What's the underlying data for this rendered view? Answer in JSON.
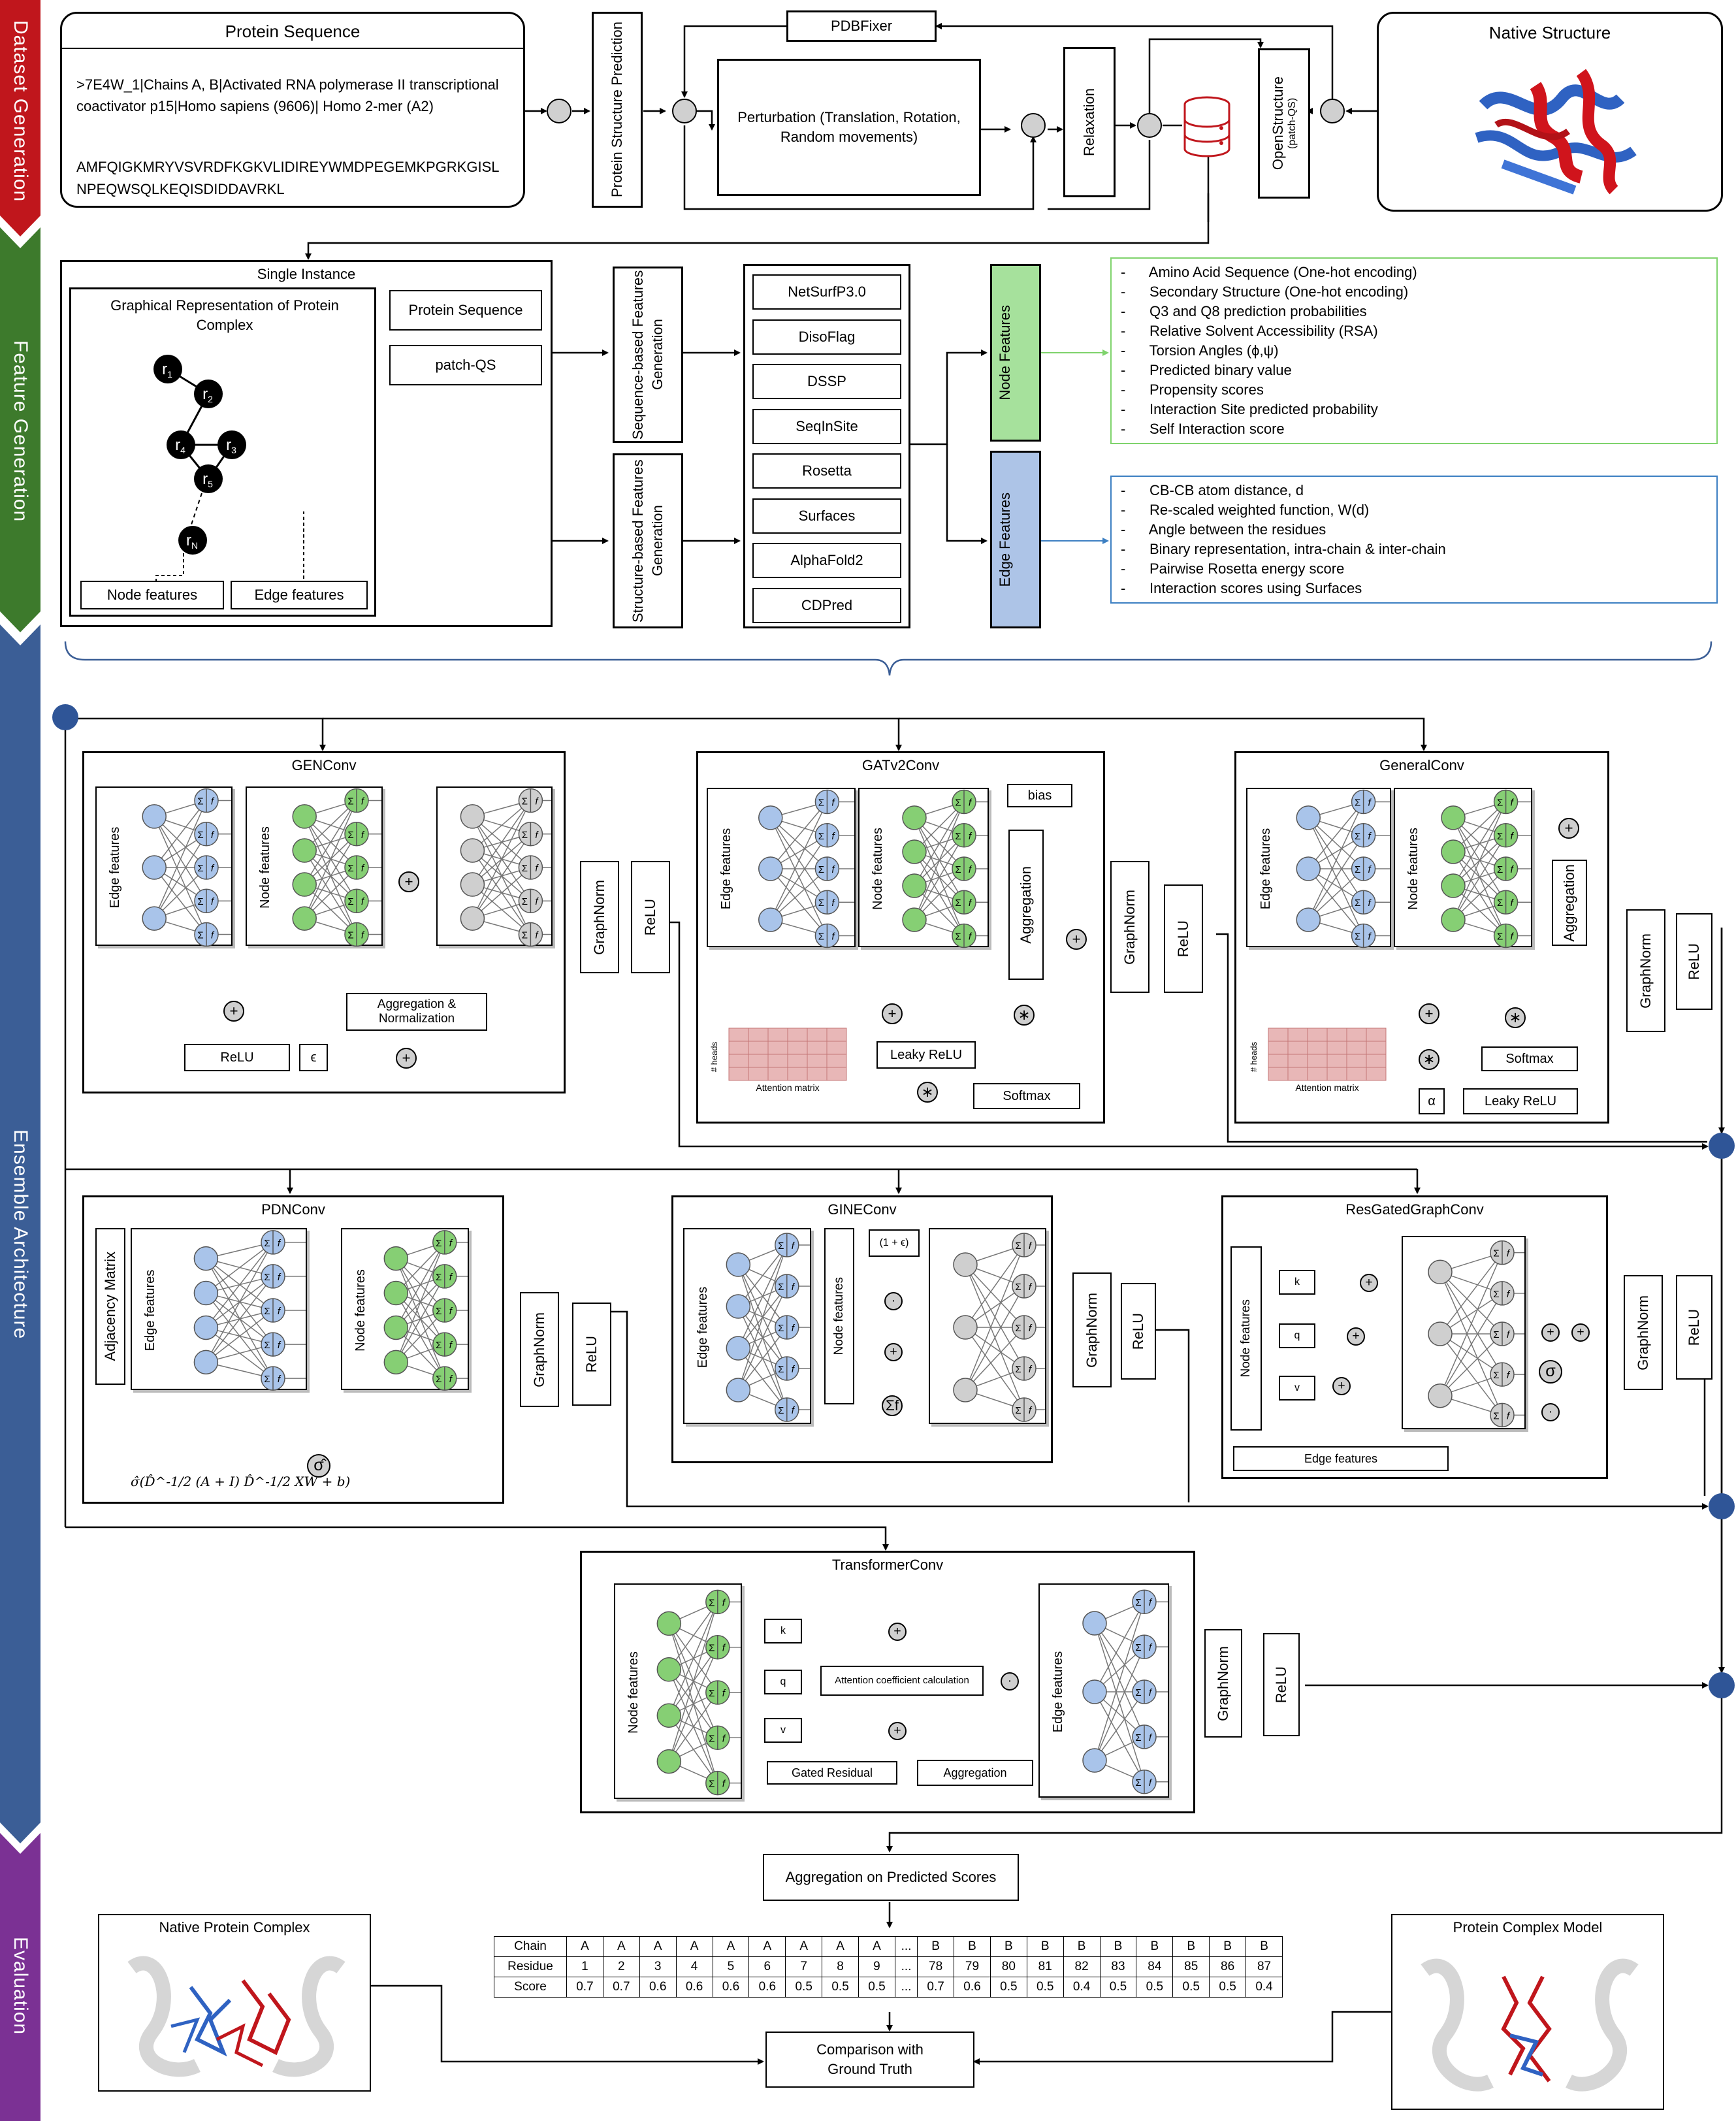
{
  "banners": {
    "dataset": "Dataset Generation",
    "feature": "Feature Generation",
    "ensemble": "Ensemble Architecture",
    "evaluation": "Evaluation"
  },
  "dataset": {
    "seq_title": "Protein Sequence",
    "seq_header": ">7E4W_1|Chains A, B|Activated RNA polymerase II transcriptional coactivator p15|Homo sapiens (9606)| Homo 2-mer (A2)",
    "seq_line1": "AMFQIGKMRYVSVRDFKGKVLIDIREYWMDPEGEMKPGRKGISL",
    "seq_line2": "NPEQWSQLKEQISDIDDAVRKL",
    "psp": "Protein Structure Prediction",
    "pdbfixer": "PDBFixer",
    "perturbation": "Perturbation (Translation, Rotation, Random movements)",
    "relaxation": "Relaxation",
    "openstructure": "OpenStructure",
    "openstructure_sub": "(patch-QS)",
    "native_title": "Native Structure"
  },
  "feature": {
    "single_instance": "Single Instance",
    "graph_title": "Graphical Representation of Protein Complex",
    "node_features": "Node features",
    "edge_features": "Edge features",
    "protein_sequence": "Protein Sequence",
    "patch_qs": "patch-QS",
    "seq_based": "Sequence-based Features Generation",
    "struct_based": "Structure-based Features Generation",
    "tools": [
      "NetSurfP3.0",
      "DisoFlag",
      "DSSP",
      "SeqInSite",
      "Rosetta",
      "Surfaces",
      "AlphaFold2",
      "CDPred"
    ],
    "node_box": "Node Features",
    "edge_box": "Edge Features",
    "node_list": [
      "Amino Acid Sequence (One-hot encoding)",
      "Secondary Structure (One-hot encoding)",
      "Q3 and Q8 prediction probabilities",
      "Relative Solvent Accessibility (RSA)",
      "Torsion Angles (ϕ,ψ)",
      "Predicted binary value",
      "Propensity scores",
      "Interaction Site predicted probability",
      "Self Interaction score"
    ],
    "edge_list": [
      "CB-CB atom distance, d",
      "Re-scaled weighted function, W(d)",
      "Angle between the residues",
      "Binary representation, intra-chain & inter-chain",
      "Pairwise Rosetta energy score",
      "Interaction scores using Surfaces"
    ]
  },
  "ensemble": {
    "genconv": "GENConv",
    "gatv2conv": "GATv2Conv",
    "generalconv": "GeneralConv",
    "pdnconv": "PDNConv",
    "gineconv": "GINEConv",
    "resgated": "ResGatedGraphConv",
    "transformerconv": "TransformerConv",
    "graphnorm": "GraphNorm",
    "relu": "ReLU",
    "edge_features": "Edge features",
    "node_features": "Node features",
    "agg_norm": "Aggregation & Normalization",
    "epsilon": "ϵ",
    "bias": "bias",
    "aggregation": "Aggregation",
    "leaky_relu": "Leaky ReLU",
    "softmax": "Softmax",
    "attention_matrix": "Attention matrix",
    "heads": "# heads",
    "alpha": "α",
    "adjacency": "Adjacency Matrix",
    "pdn_formula": "σ̂(D̂^-1/2 (A + I) D̂^-1/2 XW + b)",
    "one_plus_eps": "(1 + ϵ)",
    "sigma": "σ",
    "k": "k",
    "q": "q",
    "v": "v",
    "attn_coeff": "Attention coefficient calculation",
    "gated_residual": "Gated Residual"
  },
  "evaluation": {
    "aggregation": "Aggregation on Predicted Scores",
    "native": "Native Protein Complex",
    "model": "Protein Complex Model",
    "comparison": "Comparison with Ground Truth",
    "row_labels": [
      "Chain",
      "Residue",
      "Score"
    ],
    "chain": [
      "A",
      "A",
      "A",
      "A",
      "A",
      "A",
      "A",
      "A",
      "A",
      "...",
      "B",
      "B",
      "B",
      "B",
      "B",
      "B",
      "B",
      "B",
      "B",
      "B"
    ],
    "residue": [
      "1",
      "2",
      "3",
      "4",
      "5",
      "6",
      "7",
      "8",
      "9",
      "...",
      "78",
      "79",
      "80",
      "81",
      "82",
      "83",
      "84",
      "85",
      "86",
      "87"
    ],
    "score": [
      "0.7",
      "0.7",
      "0.6",
      "0.6",
      "0.6",
      "0.6",
      "0.5",
      "0.5",
      "0.5",
      "...",
      "0.7",
      "0.6",
      "0.5",
      "0.5",
      "0.4",
      "0.5",
      "0.5",
      "0.5",
      "0.5",
      "0.4"
    ]
  },
  "colors": {
    "dataset_banner": "#c0161c",
    "feature_banner": "#3d7a2c",
    "ensemble_banner": "#3b5e96",
    "evaluation_banner": "#7b3194",
    "edge_node": "#a9c4ea",
    "node_node": "#86cf74",
    "grey_node": "#cfcfcf",
    "node_box": "#a6e19c",
    "edge_box": "#adc4e7"
  }
}
